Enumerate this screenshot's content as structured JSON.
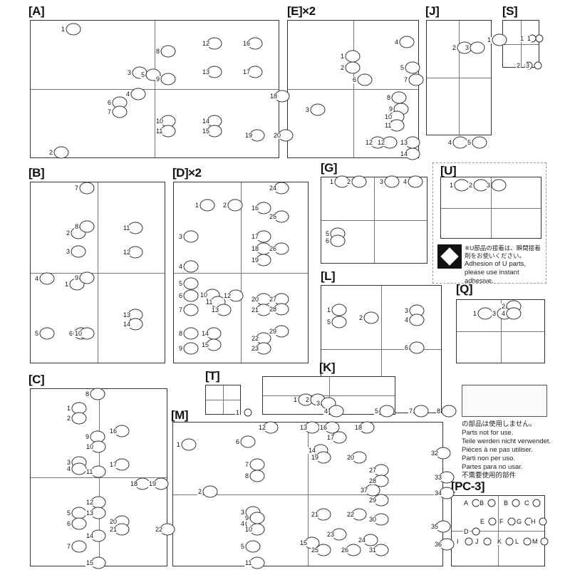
{
  "runners": [
    {
      "id": "A",
      "label": "[A]",
      "multiplier": "",
      "parts": [
        "1",
        "2",
        "3",
        "4",
        "5",
        "6",
        "7",
        "8",
        "9",
        "10",
        "11",
        "12",
        "13",
        "14",
        "15",
        "16",
        "17",
        "18",
        "19",
        "20"
      ]
    },
    {
      "id": "E",
      "label": "[E]",
      "multiplier": "×2",
      "parts": [
        "1",
        "2",
        "3",
        "4",
        "5",
        "6",
        "7",
        "8",
        "9",
        "10",
        "11",
        "12",
        "12",
        "13",
        "14"
      ]
    },
    {
      "id": "J",
      "label": "[J]",
      "multiplier": "",
      "parts": [
        "1",
        "2",
        "3",
        "4",
        "5"
      ]
    },
    {
      "id": "S",
      "label": "[S]",
      "multiplier": "",
      "parts": [
        "1",
        "1",
        "2",
        "3"
      ]
    },
    {
      "id": "B",
      "label": "[B]",
      "multiplier": "",
      "parts": [
        "1",
        "2",
        "3",
        "4",
        "5",
        "6",
        "7",
        "8",
        "9",
        "10",
        "11",
        "12",
        "13",
        "14"
      ]
    },
    {
      "id": "D",
      "label": "[D]",
      "multiplier": "×2",
      "parts": [
        "1",
        "2",
        "3",
        "4",
        "5",
        "6",
        "7",
        "8",
        "9",
        "10",
        "11",
        "12",
        "13",
        "14",
        "15",
        "16",
        "17",
        "18",
        "19",
        "20",
        "21",
        "22",
        "23",
        "24",
        "25",
        "26",
        "27",
        "28",
        "29"
      ]
    },
    {
      "id": "G",
      "label": "[G]",
      "multiplier": "",
      "parts": [
        "1",
        "2",
        "3",
        "4",
        "5",
        "6"
      ]
    },
    {
      "id": "U",
      "label": "[U]",
      "multiplier": "",
      "parts": [
        "1",
        "2",
        "3"
      ]
    },
    {
      "id": "L",
      "label": "[L]",
      "multiplier": "",
      "parts": [
        "1",
        "2",
        "3",
        "4",
        "5",
        "6",
        "7",
        "8"
      ]
    },
    {
      "id": "Q",
      "label": "[Q]",
      "multiplier": "",
      "parts": [
        "1",
        "2",
        "3",
        "4"
      ]
    },
    {
      "id": "T",
      "label": "[T]",
      "multiplier": "",
      "parts": [
        "1"
      ]
    },
    {
      "id": "K",
      "label": "[K]",
      "multiplier": "",
      "parts": [
        "1",
        "2",
        "3",
        "4",
        "5"
      ]
    },
    {
      "id": "C",
      "label": "[C]",
      "multiplier": "",
      "parts": [
        "1",
        "2",
        "3",
        "4",
        "5",
        "6",
        "7",
        "8",
        "9",
        "10",
        "11",
        "12",
        "13",
        "14",
        "15",
        "16",
        "17",
        "18",
        "19",
        "20",
        "21",
        "22"
      ]
    },
    {
      "id": "M",
      "label": "[M]",
      "multiplier": "",
      "parts": [
        "1",
        "2",
        "3",
        "4",
        "5",
        "6",
        "7",
        "8",
        "9",
        "10",
        "11",
        "12",
        "13",
        "14",
        "15",
        "16",
        "17",
        "18",
        "19",
        "20",
        "21",
        "22",
        "23",
        "24",
        "25",
        "26",
        "27",
        "28",
        "29",
        "30",
        "31",
        "32",
        "33",
        "34",
        "35",
        "36",
        "37"
      ]
    },
    {
      "id": "PC3",
      "label": "[PC-3]",
      "multiplier": "",
      "parts": [
        "A",
        "B",
        "B",
        "C",
        "D",
        "E",
        "F",
        "G",
        "H",
        "I",
        "J",
        "K",
        "L",
        "M"
      ]
    }
  ],
  "u_note": {
    "ja": "※U部品の接着は、瞬間接着剤をお使いください。",
    "en1": "Adhesion of U parts,",
    "en2": "please use instant adhesive."
  },
  "not_used_note": [
    "の部品は使用しません。",
    "Parts not for use.",
    "Teile werden nicht verwendet.",
    "Pièces à ne pas utiliser.",
    "Parti non per uso.",
    "Partes para no usar.",
    "不需要使用的部件"
  ]
}
